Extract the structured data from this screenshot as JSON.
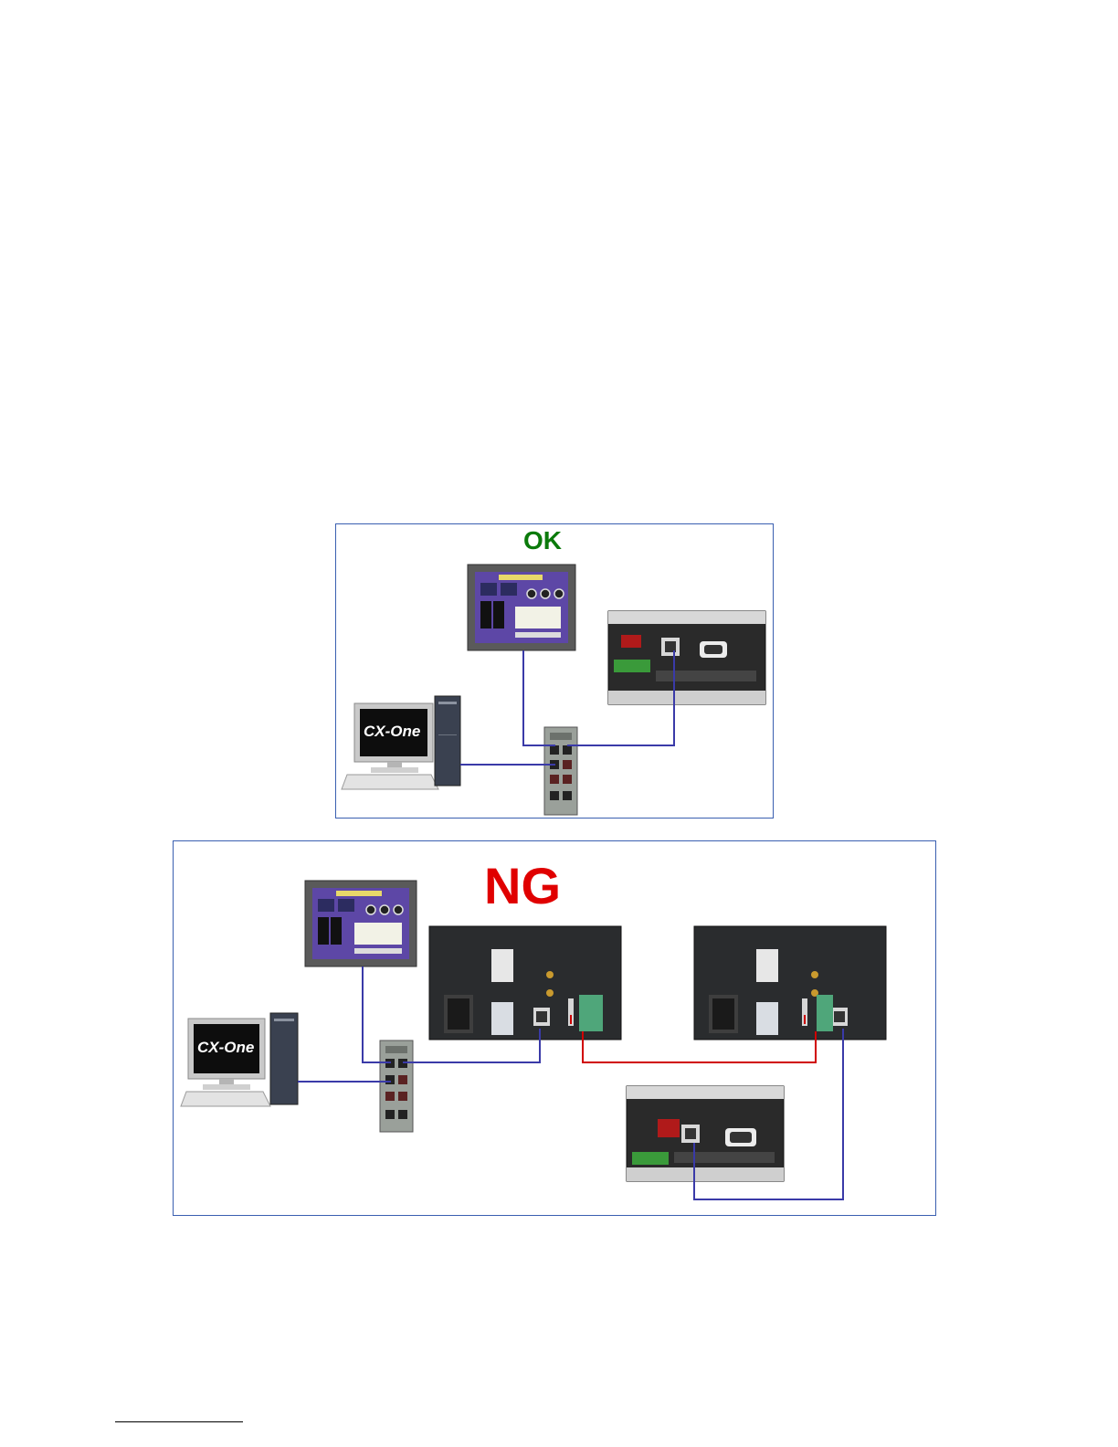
{
  "colors": {
    "ok": "#0b7a0b",
    "ng": "#e00000",
    "ethernet_cable": "#3a3aa8",
    "controller_link_cable": "#d00000",
    "panel_border": "#3a5fb0"
  },
  "ok_panel": {
    "title": "OK",
    "software_logo": "CX-One",
    "devices": [
      "hmi-touchscreen",
      "plc-compact",
      "pc-workstation",
      "ethernet-switch"
    ]
  },
  "ng_panel": {
    "title": "NG",
    "software_logo": "CX-One",
    "devices": [
      "hmi-touchscreen",
      "plc-rack",
      "plc-rack",
      "plc-compact",
      "pc-workstation",
      "ethernet-switch"
    ]
  }
}
